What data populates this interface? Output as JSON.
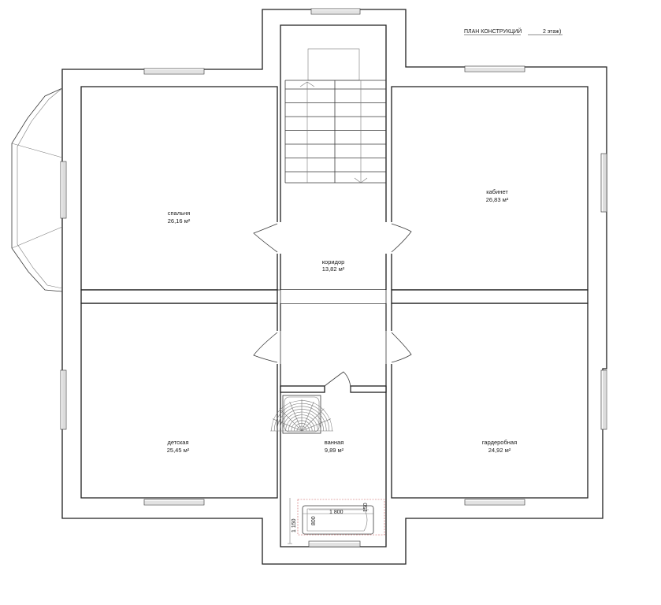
{
  "title": "ПЛАН КОНСТРУКЦИЙ",
  "floor": "2 этаж)",
  "rooms": [
    {
      "name": "спальня",
      "area": "26,16 м²"
    },
    {
      "name": "кабинет",
      "area": "26,83 м²"
    },
    {
      "name": "коридор",
      "area": "13,82 м²"
    },
    {
      "name": "детская",
      "area": "25,45 м²"
    },
    {
      "name": "ванная",
      "area": "9,89 м²"
    },
    {
      "name": "гардеробная",
      "area": "24,92 м²"
    }
  ],
  "dimensions": {
    "bath_length": "1 800",
    "bath_width": "800",
    "bath_edge": "150",
    "wall_offset": "1 150"
  }
}
